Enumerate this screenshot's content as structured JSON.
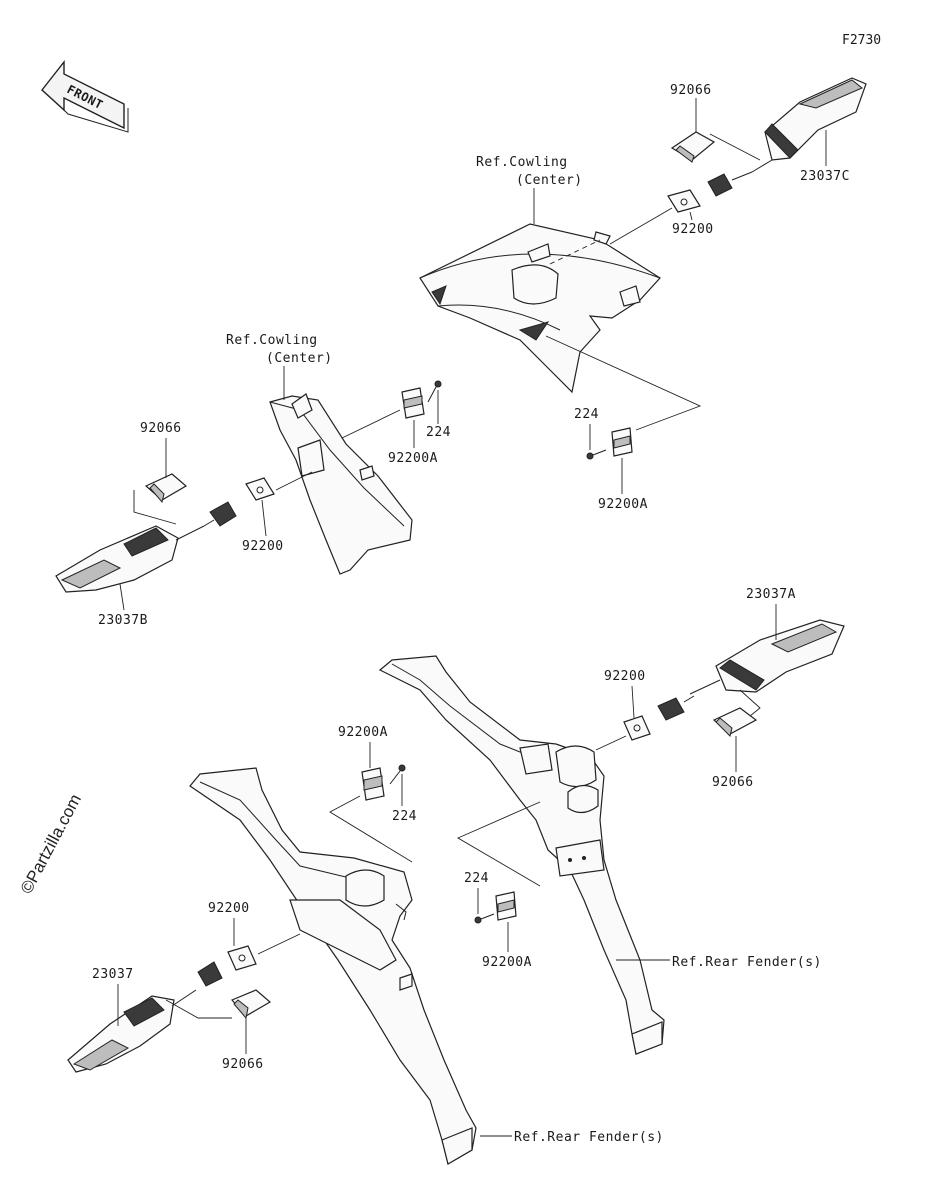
{
  "figure_code": "F2730",
  "front_label": "FRONT",
  "watermark": "©Partzilla.com",
  "labels": {
    "top_right_cover": "92066",
    "top_right_signal": "23037C",
    "top_right_plate": "92200",
    "top_cowling_ref_line1": "Ref.Cowling",
    "top_cowling_ref_line2": "(Center)",
    "top_bolt": "224",
    "top_bracket": "92200A",
    "mid_cowling_ref_line1": "Ref.Cowling",
    "mid_cowling_ref_line2": "(Center)",
    "mid_bolt": "224",
    "mid_bracket": "92200A",
    "left_cover": "92066",
    "left_plate": "92200",
    "left_signal": "23037B",
    "right_signal": "23037A",
    "right_plate": "92200",
    "right_cover": "92066",
    "lower_bracket": "92200A",
    "lower_bolt": "224",
    "center_bolt": "224",
    "center_bracket": "92200A",
    "right_fender_ref": "Ref.Rear Fender(s)",
    "bottom_plate": "92200",
    "bottom_signal": "23037",
    "bottom_cover": "92066",
    "bottom_fender_ref": "Ref.Rear Fender(s)"
  }
}
